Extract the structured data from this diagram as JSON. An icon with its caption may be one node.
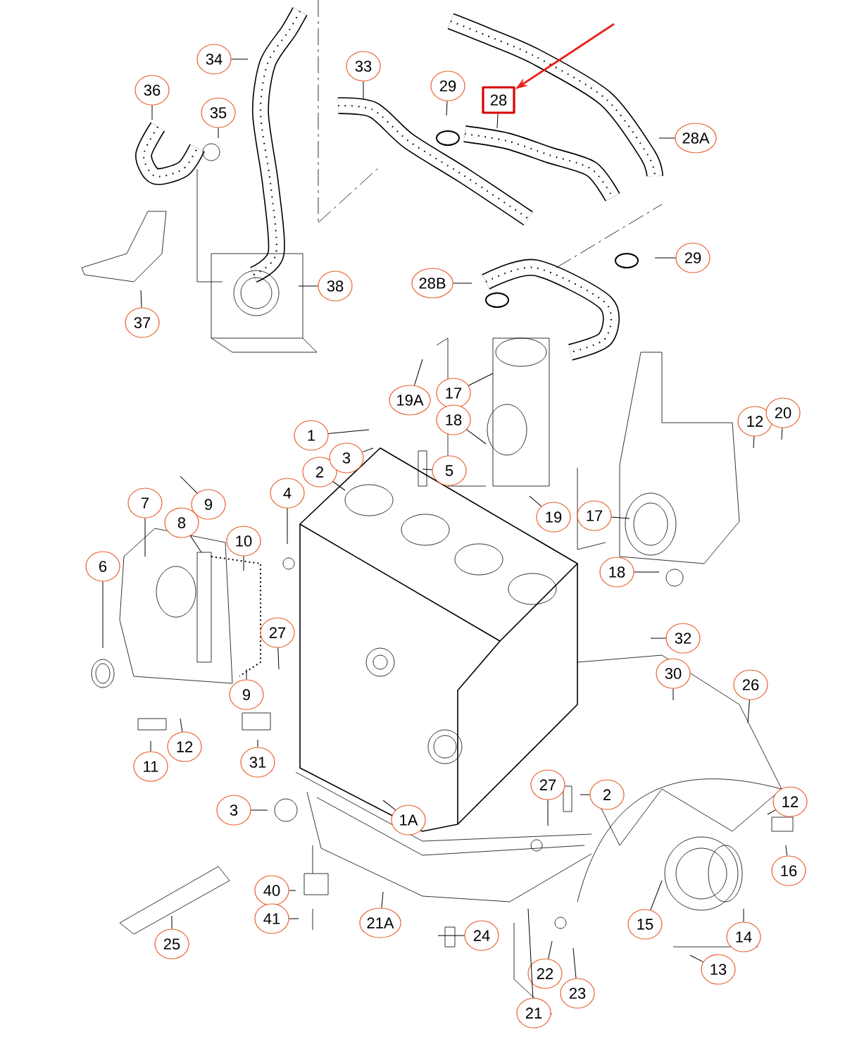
{
  "diagram": {
    "nodes": [
      {
        "text": [
          "34"
        ]
      },
      {
        "text": [
          "33"
        ]
      },
      {
        "text": [
          "29"
        ]
      },
      {
        "text": [
          "28"
        ]
      },
      {
        "text": [
          "28A"
        ]
      },
      {
        "text": [
          "36"
        ]
      },
      {
        "text": [
          "35"
        ]
      },
      {
        "text": [
          "29"
        ]
      },
      {
        "text": [
          "28B"
        ]
      },
      {
        "text": [
          "38"
        ]
      },
      {
        "text": [
          "37"
        ]
      },
      {
        "text": [
          "19A"
        ]
      },
      {
        "text": [
          "17"
        ]
      },
      {
        "text": [
          "18"
        ]
      },
      {
        "text": [
          "12"
        ]
      },
      {
        "text": [
          "20"
        ]
      },
      {
        "text": [
          "1"
        ]
      },
      {
        "text": [
          "2"
        ]
      },
      {
        "text": [
          "3"
        ]
      },
      {
        "text": [
          "5"
        ]
      },
      {
        "text": [
          "7"
        ]
      },
      {
        "text": [
          "9"
        ]
      },
      {
        "text": [
          "8"
        ]
      },
      {
        "text": [
          "4"
        ]
      },
      {
        "text": [
          "10"
        ]
      },
      {
        "text": [
          "6"
        ]
      },
      {
        "text": [
          "19"
        ]
      },
      {
        "text": [
          "17"
        ]
      },
      {
        "text": [
          "18"
        ]
      },
      {
        "text": [
          "32"
        ]
      },
      {
        "text": [
          "27"
        ]
      },
      {
        "text": [
          "30"
        ]
      },
      {
        "text": [
          "26"
        ]
      },
      {
        "text": [
          "9"
        ]
      },
      {
        "text": [
          "12"
        ]
      },
      {
        "text": [
          "11"
        ]
      },
      {
        "text": [
          "31"
        ]
      },
      {
        "text": [
          "27"
        ]
      },
      {
        "text": [
          "2"
        ]
      },
      {
        "text": [
          "3"
        ]
      },
      {
        "text": [
          "1A"
        ]
      },
      {
        "text": [
          "12"
        ]
      },
      {
        "text": [
          "16"
        ]
      },
      {
        "text": [
          "40"
        ]
      },
      {
        "text": [
          "41"
        ]
      },
      {
        "text": [
          "21A"
        ]
      },
      {
        "text": [
          "24"
        ]
      },
      {
        "text": [
          "25"
        ]
      },
      {
        "text": [
          "15"
        ]
      },
      {
        "text": [
          "14"
        ]
      },
      {
        "text": [
          "13"
        ]
      },
      {
        "text": [
          "22"
        ]
      },
      {
        "text": [
          "23"
        ]
      },
      {
        "text": [
          "21"
        ]
      }
    ],
    "edges": [
      {
        "from": 0,
        "to": null,
        "arrow": "none"
      },
      {
        "from": 1,
        "to": null,
        "arrow": "none"
      },
      {
        "from": 2,
        "to": null,
        "arrow": "none"
      },
      {
        "from": 3,
        "to": null,
        "arrow": "none"
      },
      {
        "from": 4,
        "to": null,
        "arrow": "none"
      },
      {
        "from": 5,
        "to": null,
        "arrow": "none"
      },
      {
        "from": 6,
        "to": null,
        "arrow": "none"
      },
      {
        "from": 7,
        "to": null,
        "arrow": "none"
      },
      {
        "from": 8,
        "to": null,
        "arrow": "none"
      },
      {
        "from": 9,
        "to": null,
        "arrow": "none"
      },
      {
        "from": 10,
        "to": null,
        "arrow": "none"
      },
      {
        "from": 11,
        "to": null,
        "arrow": "none"
      },
      {
        "from": 12,
        "to": null,
        "arrow": "none"
      },
      {
        "from": 13,
        "to": null,
        "arrow": "none"
      },
      {
        "from": 14,
        "to": null,
        "arrow": "none"
      },
      {
        "from": 15,
        "to": null,
        "arrow": "none"
      },
      {
        "from": 16,
        "to": null,
        "arrow": "none"
      },
      {
        "from": 17,
        "to": null,
        "arrow": "none"
      },
      {
        "from": 18,
        "to": null,
        "arrow": "none"
      },
      {
        "from": 19,
        "to": null,
        "arrow": "none"
      },
      {
        "from": 20,
        "to": null,
        "arrow": "none"
      },
      {
        "from": 21,
        "to": null,
        "arrow": "none"
      },
      {
        "from": 22,
        "to": null,
        "arrow": "none"
      },
      {
        "from": 23,
        "to": null,
        "arrow": "none"
      },
      {
        "from": 24,
        "to": null,
        "arrow": "none"
      },
      {
        "from": 25,
        "to": null,
        "arrow": "none"
      },
      {
        "from": 26,
        "to": null,
        "arrow": "none"
      },
      {
        "from": 27,
        "to": null,
        "arrow": "none"
      },
      {
        "from": 28,
        "to": null,
        "arrow": "none"
      },
      {
        "from": 29,
        "to": null,
        "arrow": "none"
      },
      {
        "from": 30,
        "to": null,
        "arrow": "none"
      },
      {
        "from": 31,
        "to": null,
        "arrow": "none"
      },
      {
        "from": 32,
        "to": null,
        "arrow": "none"
      },
      {
        "from": 33,
        "to": null,
        "arrow": "none"
      },
      {
        "from": 34,
        "to": null,
        "arrow": "none"
      },
      {
        "from": 35,
        "to": null,
        "arrow": "none"
      },
      {
        "from": 36,
        "to": null,
        "arrow": "none"
      },
      {
        "from": 37,
        "to": null,
        "arrow": "none"
      },
      {
        "from": 38,
        "to": null,
        "arrow": "none"
      },
      {
        "from": 39,
        "to": null,
        "arrow": "none"
      },
      {
        "from": 40,
        "to": null,
        "arrow": "none"
      },
      {
        "from": 41,
        "to": null,
        "arrow": "none"
      },
      {
        "from": 42,
        "to": null,
        "arrow": "none"
      },
      {
        "from": 43,
        "to": null,
        "arrow": "none"
      },
      {
        "from": 44,
        "to": null,
        "arrow": "none"
      },
      {
        "from": 45,
        "to": null,
        "arrow": "none"
      },
      {
        "from": 46,
        "to": null,
        "arrow": "none"
      },
      {
        "from": 47,
        "to": null,
        "arrow": "none"
      },
      {
        "from": 48,
        "to": null,
        "arrow": "none"
      },
      {
        "from": 49,
        "to": null,
        "arrow": "none"
      },
      {
        "from": 50,
        "to": null,
        "arrow": "none"
      },
      {
        "from": 51,
        "to": null,
        "arrow": "none"
      },
      {
        "from": 52,
        "to": null,
        "arrow": "none"
      },
      {
        "from": 53,
        "to": null,
        "arrow": "none"
      },
      {
        "from": null,
        "to": 3,
        "arrow": "to",
        "color": "#e8221c"
      }
    ]
  }
}
